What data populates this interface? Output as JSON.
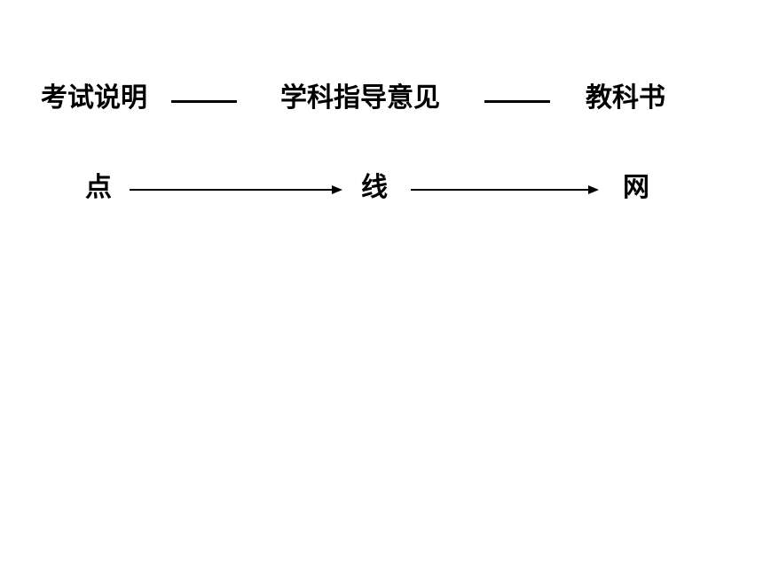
{
  "row1": {
    "item1": "考试说明",
    "dash": "——",
    "item2": "学科指导意见",
    "item3": "教科书"
  },
  "row2": {
    "item1": "点",
    "item2": "线",
    "item3": "网"
  }
}
